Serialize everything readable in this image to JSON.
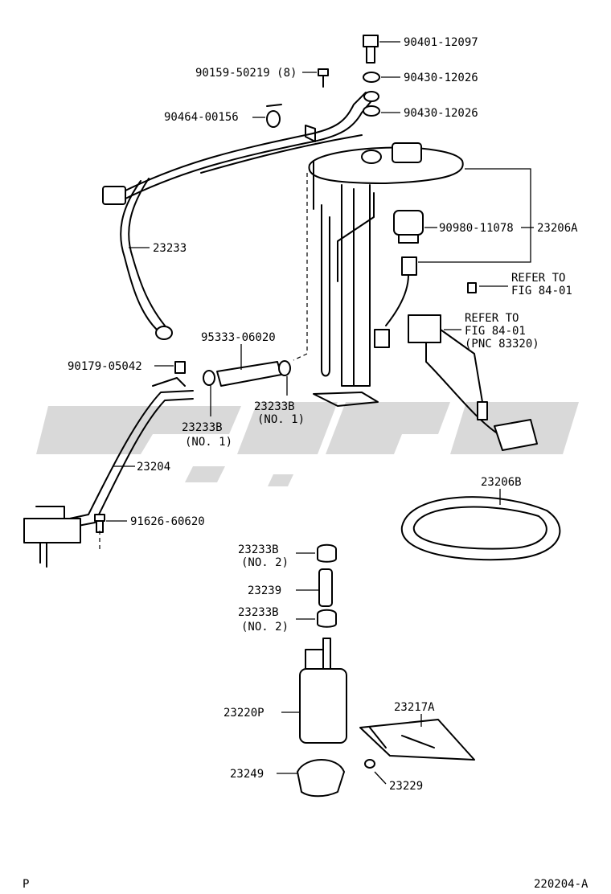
{
  "watermark": {
    "color": "#d9d9d9"
  },
  "labels": {
    "l_90401_12097": "90401-12097",
    "l_90430_12026_a": "90430-12026",
    "l_90430_12026_b": "90430-12026",
    "l_90159_50219": "90159-50219 (8)",
    "l_90464_00156": "90464-00156",
    "l_23233": "23233",
    "l_90980_11078": "90980-11078",
    "l_23206a": "23206A",
    "l_refer1_a": "REFER TO",
    "l_refer1_b": "FIG 84-01",
    "l_refer2_a": "REFER TO",
    "l_refer2_b": "FIG 84-01",
    "l_refer2_c": "(PNC 83320)",
    "l_95333_06020": "95333-06020",
    "l_90179_05042": "90179-05042",
    "l_23233b_1": "23233B",
    "l_no1_1": "(NO. 1)",
    "l_23233b_2": "23233B",
    "l_no1_2": "(NO. 1)",
    "l_23204": "23204",
    "l_23206b": "23206B",
    "l_91626_60620": "91626-60620",
    "l_23233b_3": "23233B",
    "l_no2_1": "(NO. 2)",
    "l_23239": "23239",
    "l_23233b_4": "23233B",
    "l_no2_2": "(NO. 2)",
    "l_23217a": "23217A",
    "l_23220p": "23220P",
    "l_23249": "23249",
    "l_23229": "23229"
  },
  "footer": {
    "left": "P",
    "right": "220204-A"
  }
}
